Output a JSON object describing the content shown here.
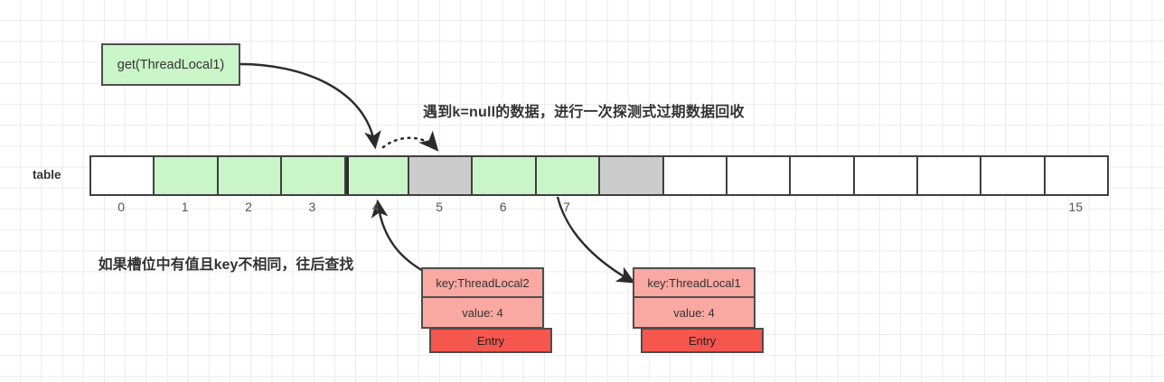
{
  "diagram": {
    "title_note_top": "遇到k=null的数据，进行一次探测式过期数据回收",
    "note_bottom_line1": "如果槽位中有值且key不相同，往后查找",
    "call_box_label": "get(ThreadLocal1)",
    "table_label": "table",
    "table": {
      "cell_count": 16,
      "cells": [
        {
          "index": 0,
          "state": "empty"
        },
        {
          "index": 1,
          "state": "green"
        },
        {
          "index": 2,
          "state": "green"
        },
        {
          "index": 3,
          "state": "green"
        },
        {
          "index": 4,
          "state": "green"
        },
        {
          "index": 5,
          "state": "gray"
        },
        {
          "index": 6,
          "state": "green"
        },
        {
          "index": 7,
          "state": "green"
        },
        {
          "index": 8,
          "state": "gray"
        },
        {
          "index": 9,
          "state": "empty"
        },
        {
          "index": 10,
          "state": "empty"
        },
        {
          "index": 11,
          "state": "empty"
        },
        {
          "index": 12,
          "state": "empty"
        },
        {
          "index": 13,
          "state": "empty"
        },
        {
          "index": 14,
          "state": "empty"
        },
        {
          "index": 15,
          "state": "empty"
        }
      ],
      "visible_index_labels": [
        {
          "slot": 0,
          "text": "0"
        },
        {
          "slot": 1,
          "text": "1"
        },
        {
          "slot": 2,
          "text": "2"
        },
        {
          "slot": 3,
          "text": "3"
        },
        {
          "slot": 4,
          "text": "4"
        },
        {
          "slot": 5,
          "text": "5"
        },
        {
          "slot": 6,
          "text": "6"
        },
        {
          "slot": 7,
          "text": "7"
        },
        {
          "slot": 15,
          "text": "15"
        }
      ]
    },
    "entries": [
      {
        "id": "entry-left",
        "key_label": "key:ThreadLocal2",
        "value_label": "value: 4",
        "type_label": "Entry",
        "points_to_slot": 4
      },
      {
        "id": "entry-right",
        "key_label": "key:ThreadLocal1",
        "value_label": "value: 4",
        "type_label": "Entry",
        "points_from_slot": 7
      }
    ],
    "colors": {
      "green_fill": "#c9f5c9",
      "gray_fill": "#cccccc",
      "entry_kv_fill": "#f9a8a2",
      "entry_tag_fill": "#f5564e",
      "stroke": "#3f3f3f",
      "grid": "#ebebeb"
    }
  }
}
